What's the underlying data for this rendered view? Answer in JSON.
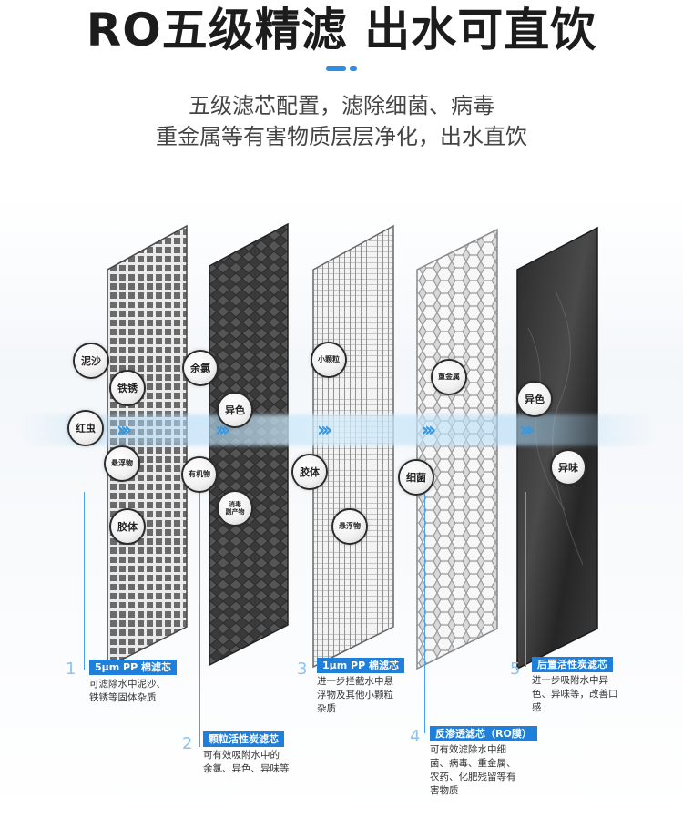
{
  "header": {
    "title": "RO五级精滤 出水可直饮",
    "subtitle_line1": "五级滤芯配置，滤除细菌、病毒",
    "subtitle_line2": "重金属等有害物质层层净化，出水直饮",
    "accent_color": "#2e8ee6"
  },
  "contaminants": {
    "sand": "泥沙",
    "rust": "铁锈",
    "worm": "红虫",
    "suspended1": "悬浮物",
    "colloid1": "胶体",
    "chlorine": "余氯",
    "odd_color1": "异色",
    "organic": "有机物",
    "disinfect_line1": "消毒",
    "disinfect_line2": "副产物",
    "small_particles": "小颗粒",
    "colloid2": "胶体",
    "suspended2": "悬浮物",
    "heavy_metal": "重金属",
    "bacteria": "细菌",
    "odd_color2": "异色",
    "odd_smell": "异味"
  },
  "stages": [
    {
      "num": "1",
      "name": "5μm PP 棉滤芯",
      "desc": [
        "可滤除水中泥沙、",
        "铁锈等固体杂质"
      ]
    },
    {
      "num": "2",
      "name": "颗粒活性炭滤芯",
      "desc": [
        "可有效吸附水中的",
        "余氯、异色、异味等"
      ]
    },
    {
      "num": "3",
      "name": "1μm PP 棉滤芯",
      "desc": [
        "进一步拦截水中悬",
        "浮物及其他小颗粒",
        "杂质"
      ]
    },
    {
      "num": "4",
      "name": "反渗透滤芯（RO膜）",
      "desc": [
        "可有效滤除水中细",
        "菌、病毒、重金属、",
        "农药、化肥残留等有",
        "害物质"
      ]
    },
    {
      "num": "5",
      "name": "后置活性炭滤芯",
      "desc": [
        "进一步吸附水中异",
        "色、异味等，改善口",
        "感"
      ]
    }
  ],
  "flow": {
    "arrows": "›››"
  },
  "colors": {
    "tag_blue": "#1f7fd9",
    "flow_blue": "#2f9ae8"
  }
}
